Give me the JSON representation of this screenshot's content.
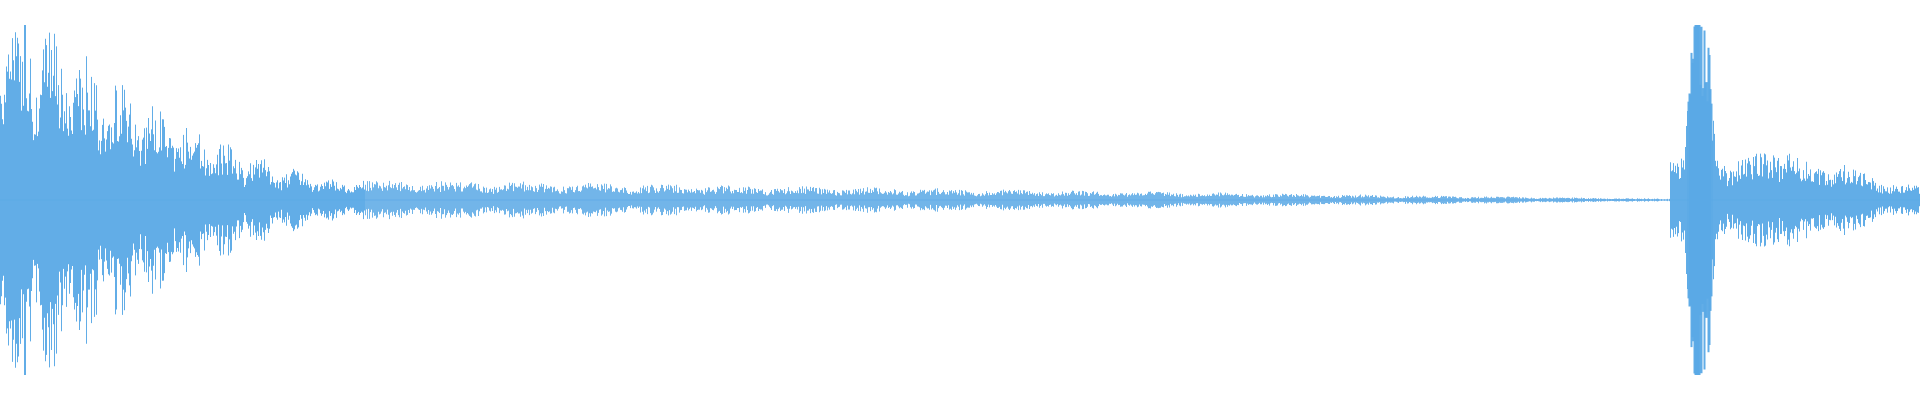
{
  "waveform": {
    "color": "#5aa9e6",
    "background": "#ffffff",
    "segments": [
      {
        "name": "attack",
        "start": 0.0,
        "end": 0.19,
        "amp_start": 0.9,
        "amp_end": 0.08,
        "density": 0.9
      },
      {
        "name": "decay",
        "start": 0.19,
        "end": 0.85,
        "amp_start": 0.08,
        "amp_end": 0.01,
        "density": 0.35
      },
      {
        "name": "second-hit",
        "start": 0.87,
        "end": 1.0,
        "amp_start": 1.0,
        "amp_end": 0.12,
        "density": 1.0
      }
    ]
  }
}
